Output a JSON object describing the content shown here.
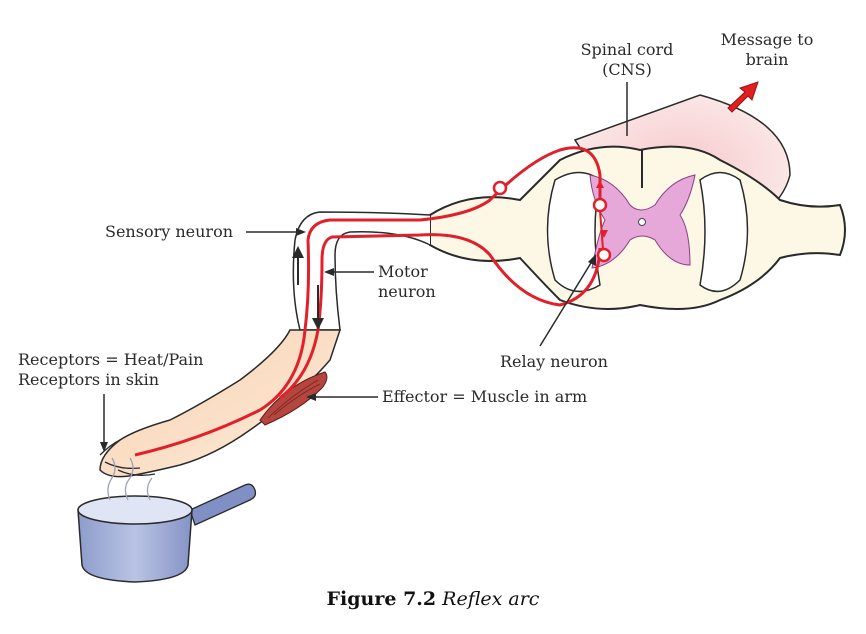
{
  "labels": {
    "spinal_cord": [
      "Spinal cord",
      "(CNS)"
    ],
    "message": [
      "Message to",
      "brain"
    ],
    "sensory_neuron": "Sensory neuron",
    "motor_neuron": [
      "Motor",
      "neuron"
    ],
    "receptors": [
      "Receptors = Heat/Pain",
      "Receptors in skin"
    ],
    "relay_neuron": "Relay neuron",
    "effector": "Effector = Muscle in arm"
  },
  "caption": {
    "number": "Figure 7.2",
    "title": "Reflex arc"
  },
  "colors": {
    "nerve": "#e0202a",
    "skin": "#fbe3cc",
    "spinal_fill": "#fdf7e6",
    "grey_matter": "#e6a8d8",
    "pot": "#a6b4d8",
    "arrow": "#e02020"
  }
}
